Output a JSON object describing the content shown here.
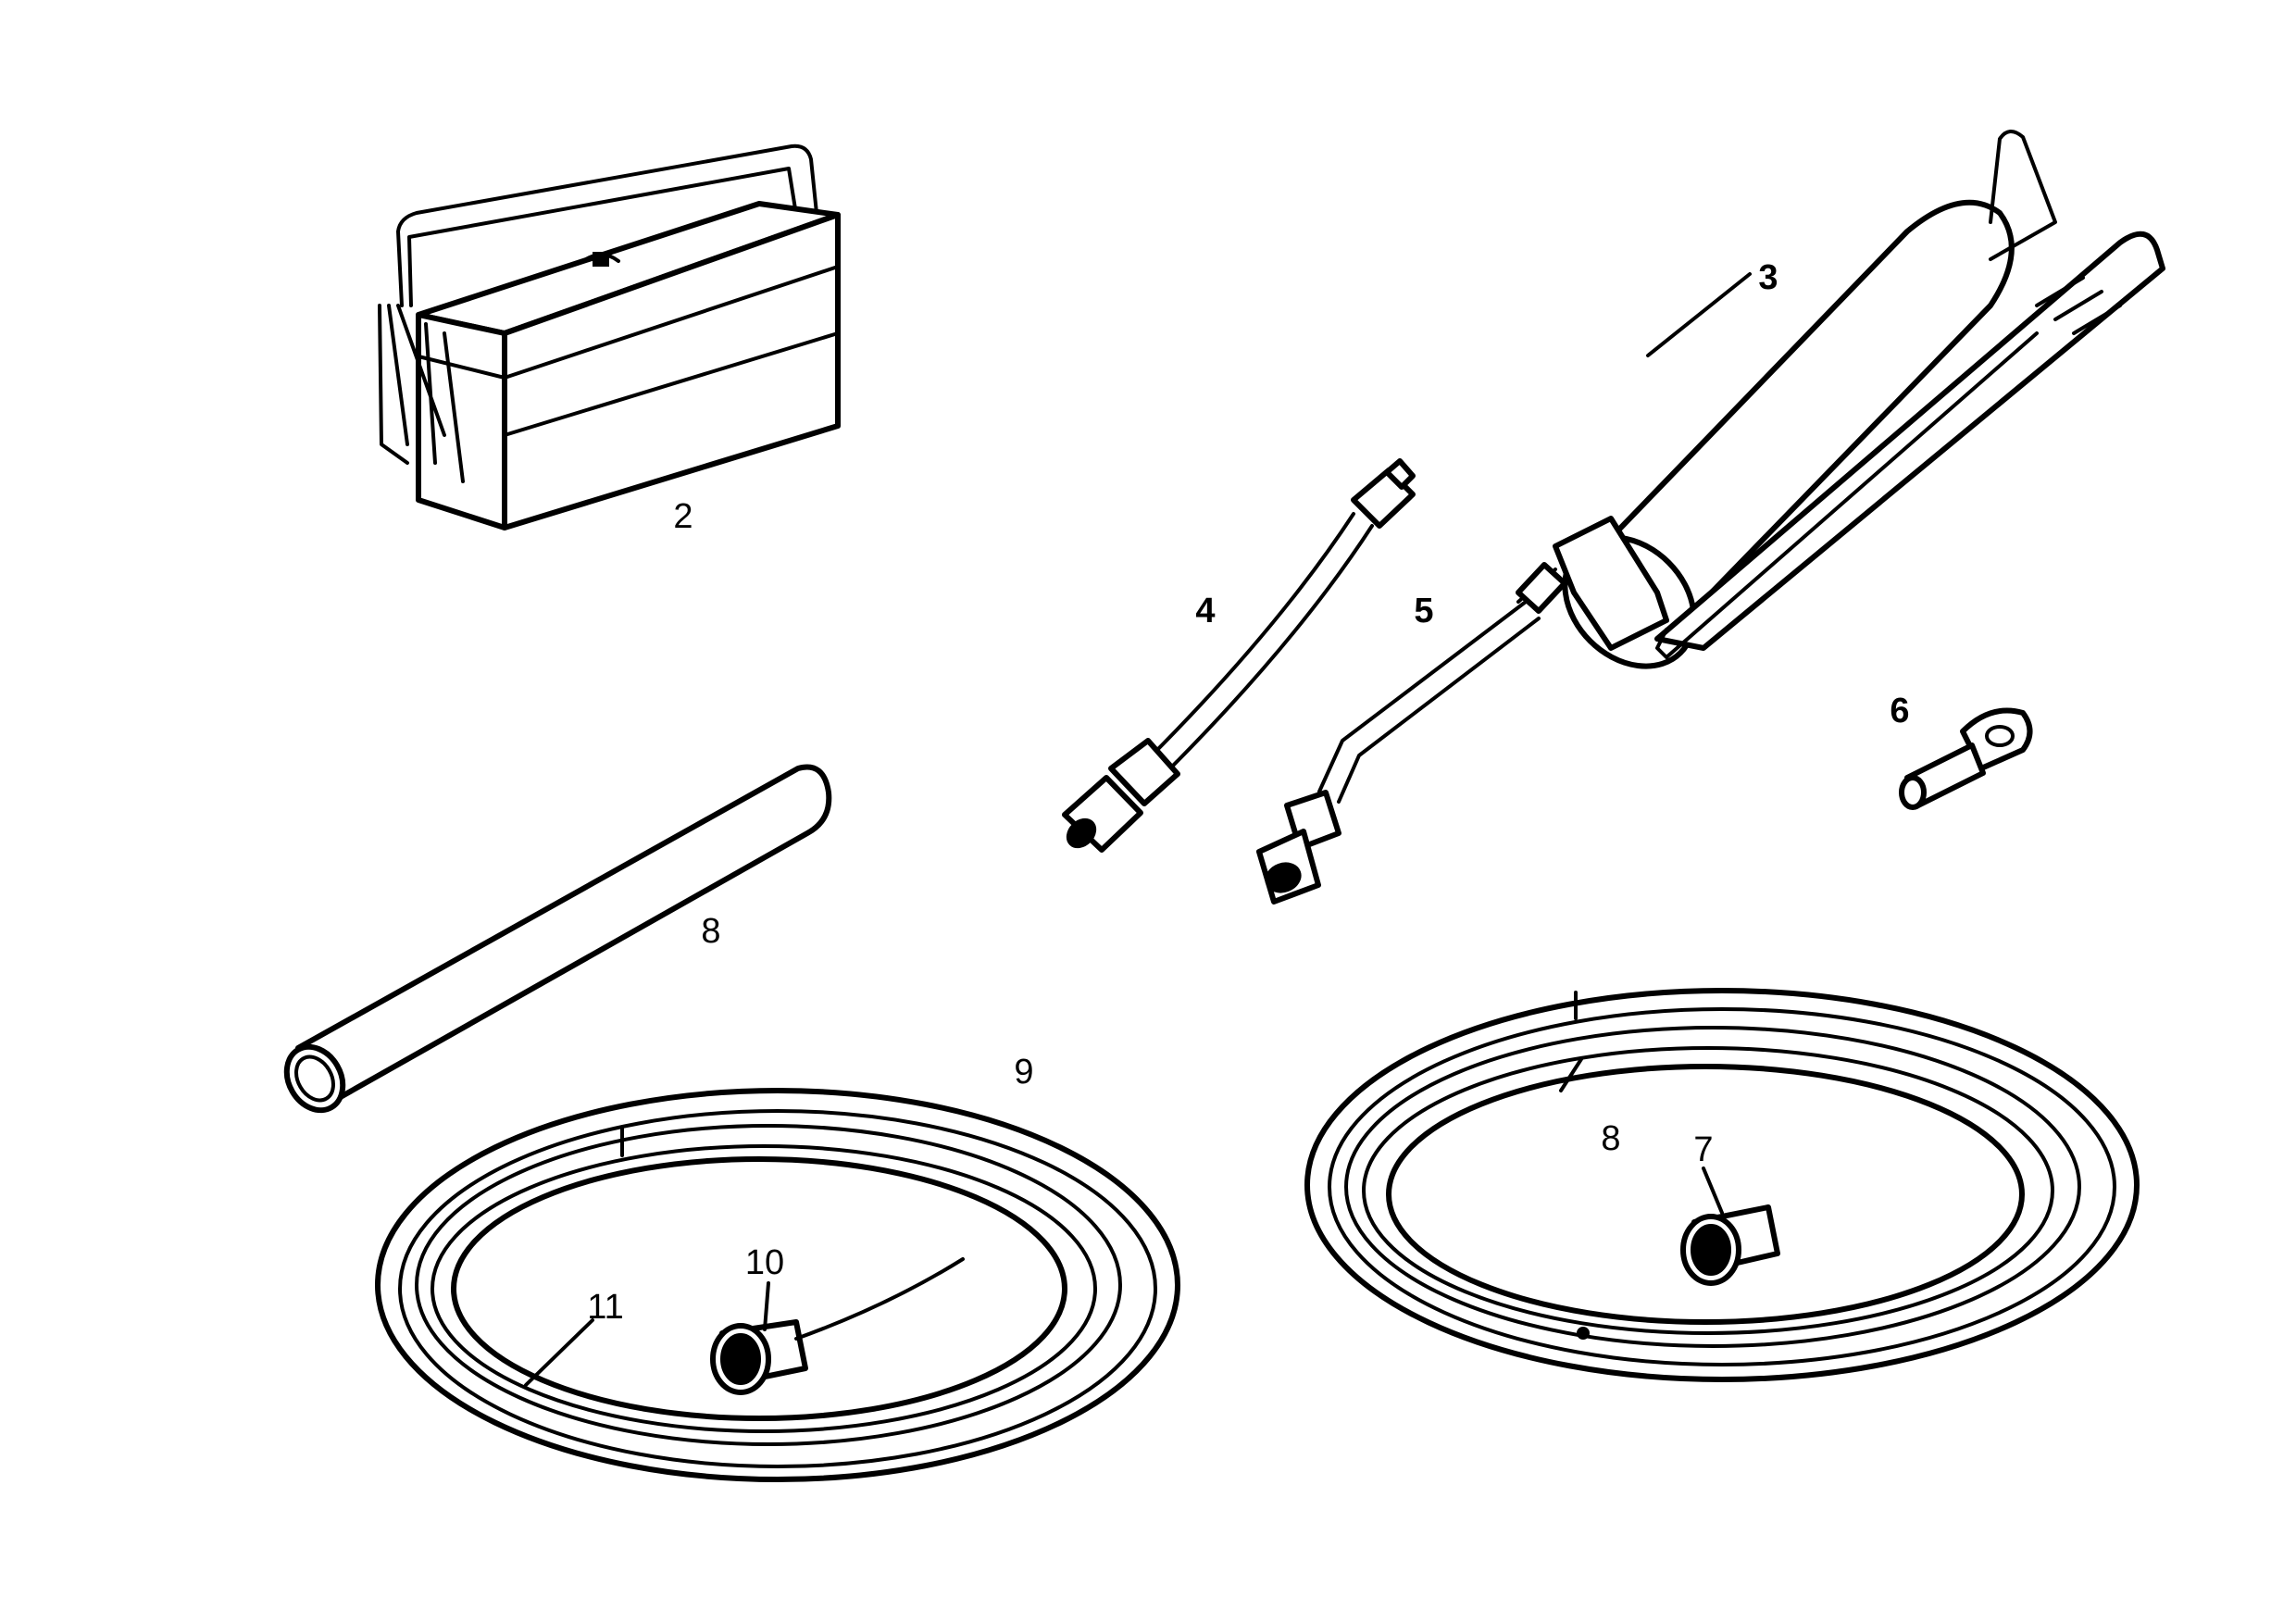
{
  "colors": {
    "ink": "#000000",
    "paper": "#ffffff"
  },
  "callouts": {
    "c2": "2",
    "c3": "3",
    "c4": "4",
    "c5": "5",
    "c6": "6",
    "c7": "7",
    "c8_tube": "8",
    "c8_hose": "8",
    "c9": "9",
    "c10": "10",
    "c11": "11"
  },
  "icons": [
    "toolbox-icon",
    "grease-gun-icon",
    "flex-hose-icon",
    "rigid-extension-icon",
    "key-icon",
    "tube-icon",
    "coiled-hose-icon"
  ]
}
